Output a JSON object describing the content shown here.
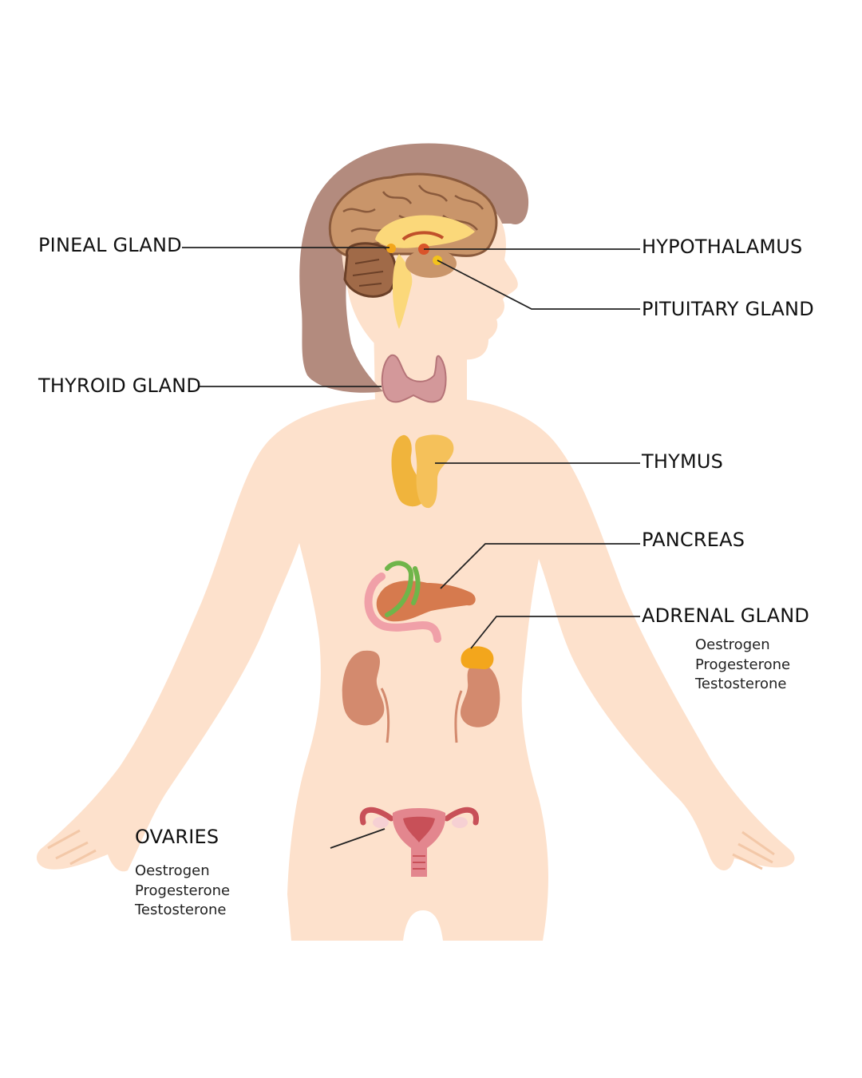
{
  "labels": {
    "pineal": "PINEAL GLAND",
    "hypothalamus": "HYPOTHALAMUS",
    "pituitary": "PITUITARY GLAND",
    "thyroid": "THYROID GLAND",
    "thymus": "THYMUS",
    "pancreas": "PANCREAS",
    "adrenal": "ADRENAL GLAND",
    "ovaries": "OVARIES"
  },
  "adrenal_hormones": [
    "Oestrogen",
    "Progesterone",
    "Testosterone"
  ],
  "ovary_hormones": [
    "Oestrogen",
    "Progesterone",
    "Testosterone"
  ],
  "colors": {
    "skin": "#fde1cc",
    "hair": "#b38b7e",
    "brain": "#c9956a",
    "brainstem": "#fbd87a",
    "thyroid": "#d3989a",
    "thymus": "#f0b43c",
    "pancreas": "#d67a4e",
    "kidney": "#d38a6e",
    "adrenal": "#f3a61c",
    "uterus": "#e3868e",
    "leader_line": "#222222"
  }
}
